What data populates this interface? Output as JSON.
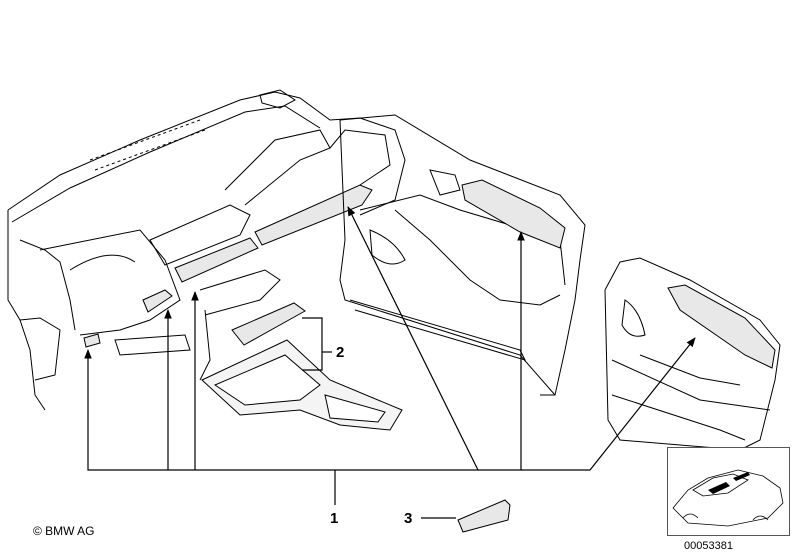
{
  "callouts": {
    "one": "1",
    "two": "2",
    "three": "3"
  },
  "footer": {
    "copyright": "© BMW AG",
    "part_number": "00053381"
  },
  "colors": {
    "line": "#000000",
    "trim_fill": "#e8e8e8"
  },
  "icons": {
    "thumbnail": "car-location-thumbnail-icon"
  }
}
